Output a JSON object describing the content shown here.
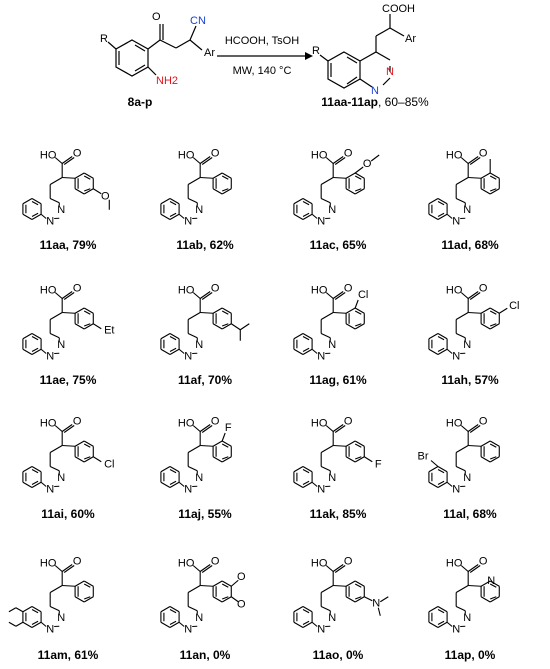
{
  "scheme": {
    "reactant_label": "8a-p",
    "reagents_line1": "HCOOH, TsOH",
    "reagents_line2": "MW, 140 °C",
    "product_label": "11aa-11ap",
    "product_yield_range": ", 60–85%",
    "reactant_atoms": {
      "R": "R",
      "CN": "CN",
      "Ar": "Ar",
      "NH2": "NH2",
      "O": "O"
    },
    "product_atoms": {
      "COOH": "COOH",
      "Ar": "Ar",
      "R": "R",
      "N1": "N",
      "N3": "N"
    }
  },
  "compounds": [
    {
      "label": "11aa, 79%",
      "substituents": [
        "OMe"
      ]
    },
    {
      "label": "11ab, 62%",
      "substituents": []
    },
    {
      "label": "11ac, 65%",
      "substituents": [
        "OMe"
      ]
    },
    {
      "label": "11ad, 68%",
      "substituents": [
        "Me"
      ]
    },
    {
      "label": "11ae, 75%",
      "substituents": [
        "Et"
      ]
    },
    {
      "label": "11af, 70%",
      "substituents": [
        "iPr"
      ]
    },
    {
      "label": "11ag, 61%",
      "substituents": [
        "Cl"
      ]
    },
    {
      "label": "11ah, 57%",
      "substituents": [
        "Cl"
      ]
    },
    {
      "label": "11ai, 60%",
      "substituents": [
        "Cl"
      ]
    },
    {
      "label": "11aj, 55%",
      "substituents": [
        "F"
      ]
    },
    {
      "label": "11ak, 85%",
      "substituents": [
        "F"
      ]
    },
    {
      "label": "11al, 68%",
      "substituents": [
        "Br"
      ]
    },
    {
      "label": "11am, 61%",
      "substituents": [
        "OMe",
        "OMe"
      ]
    },
    {
      "label": "11an, 0%",
      "substituents": [
        "OMe",
        "OMe"
      ]
    },
    {
      "label": "11ao, 0%",
      "substituents": [
        "NMe2"
      ]
    },
    {
      "label": "11ap, 0%",
      "substituents": [
        "pyridyl"
      ]
    }
  ],
  "atom_text": {
    "O": "O",
    "HO": "HO",
    "N": "N",
    "Cl": "Cl",
    "F": "F",
    "Br": "Br",
    "Et": "Et"
  },
  "colors": {
    "bond": "#000000",
    "nitrogen_highlight": "#1a3fd6",
    "amine_highlight": "#e0141c",
    "text": "#000000"
  }
}
